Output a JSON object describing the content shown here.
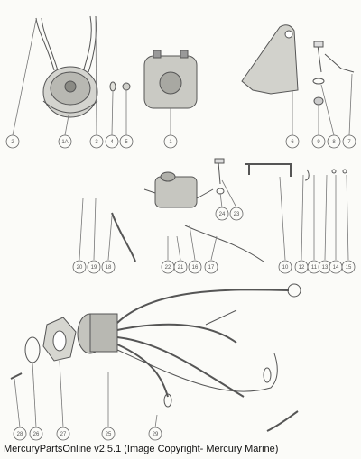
{
  "footer_text": "MercuryPartsOnline v2.5.1 (Image Copyright- Mercury Marine)",
  "callouts": [
    "2",
    "1A",
    "3",
    "4",
    "5",
    "1",
    "6",
    "9",
    "8",
    "7",
    "24",
    "23",
    "20",
    "19",
    "18",
    "22",
    "21",
    "16",
    "17",
    "10",
    "12",
    "11",
    "13",
    "14",
    "15",
    "28",
    "26",
    "27",
    "25",
    "29"
  ]
}
